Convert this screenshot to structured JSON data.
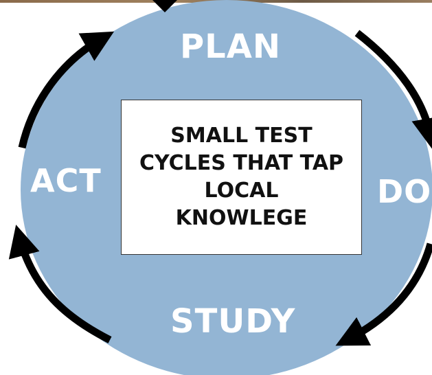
{
  "diagram": {
    "stages": {
      "plan": "PLAN",
      "do": "DO",
      "study": "STUDY",
      "act": "ACT"
    },
    "center_text": "SMALL TEST\nCYCLES THAT TAP\nLOCAL\nKNOWLEGE",
    "colors": {
      "circle_fill": "#93b5d4",
      "arrow": "#000000",
      "box_fill": "#ffffff",
      "box_border": "#333333",
      "label_text": "#ffffff",
      "center_text": "#111111"
    }
  }
}
